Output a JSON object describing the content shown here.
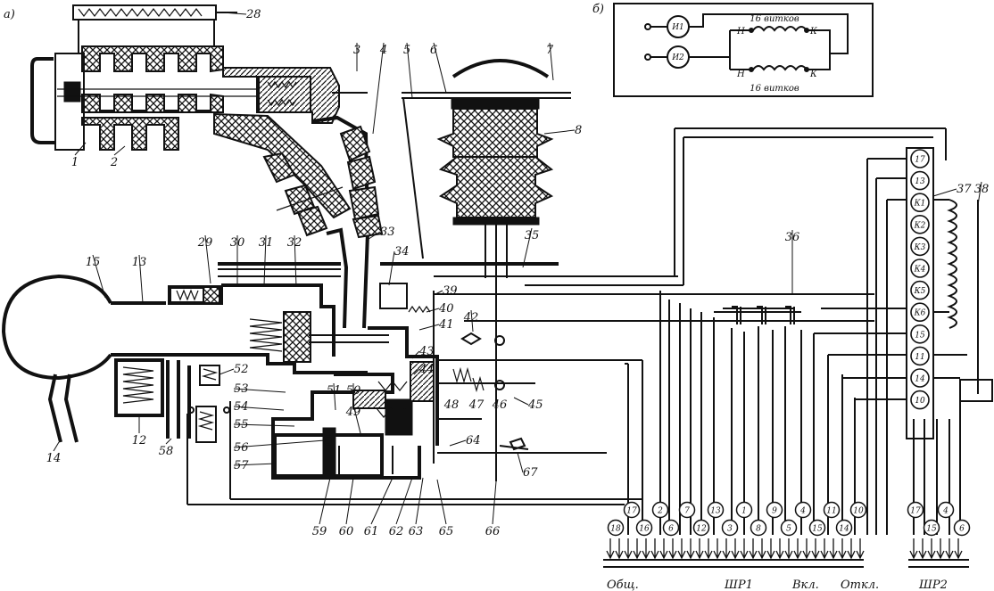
{
  "panels": {
    "a_label": "a)",
    "b_label": "б)"
  },
  "part_numbers": [
    "1",
    "2",
    "3",
    "4",
    "5",
    "6",
    "7",
    "8",
    "12",
    "13",
    "14",
    "15",
    "28",
    "29",
    "30",
    "31",
    "32",
    "33",
    "34",
    "35",
    "36",
    "37",
    "38",
    "39",
    "40",
    "41",
    "42",
    "43",
    "44",
    "45",
    "46",
    "47",
    "48",
    "49",
    "50",
    "51",
    "52",
    "53",
    "54",
    "55",
    "56",
    "57",
    "58",
    "59",
    "60",
    "61",
    "62",
    "63",
    "64",
    "65",
    "66",
    "67"
  ],
  "inset_b": {
    "terminal_1": "И1",
    "terminal_2": "И2",
    "coil_top_turns": "16 витков",
    "coil_bottom_turns": "16 витков",
    "start_mark": "Н",
    "end_mark": "К"
  },
  "terminal_block": {
    "labels": [
      "17",
      "13",
      "К1",
      "К2",
      "К3",
      "К4",
      "К5",
      "К6",
      "15",
      "11",
      "14",
      "10"
    ]
  },
  "connector_shr1": {
    "top_row": [
      "17",
      "2",
      "7",
      "13",
      "1",
      "9",
      "4",
      "11",
      "10"
    ],
    "bottom_row": [
      "18",
      "16",
      "6",
      "12",
      "3",
      "8",
      "5",
      "15",
      "14"
    ]
  },
  "connector_shr2": {
    "top_row": [
      "17",
      "4"
    ],
    "bottom_row": [
      "15",
      "6"
    ]
  },
  "bottom_labels": {
    "common": "Общ.",
    "shr1": "ШР1",
    "on": "Вкл.",
    "off": "Откл.",
    "shr2": "ШР2"
  }
}
